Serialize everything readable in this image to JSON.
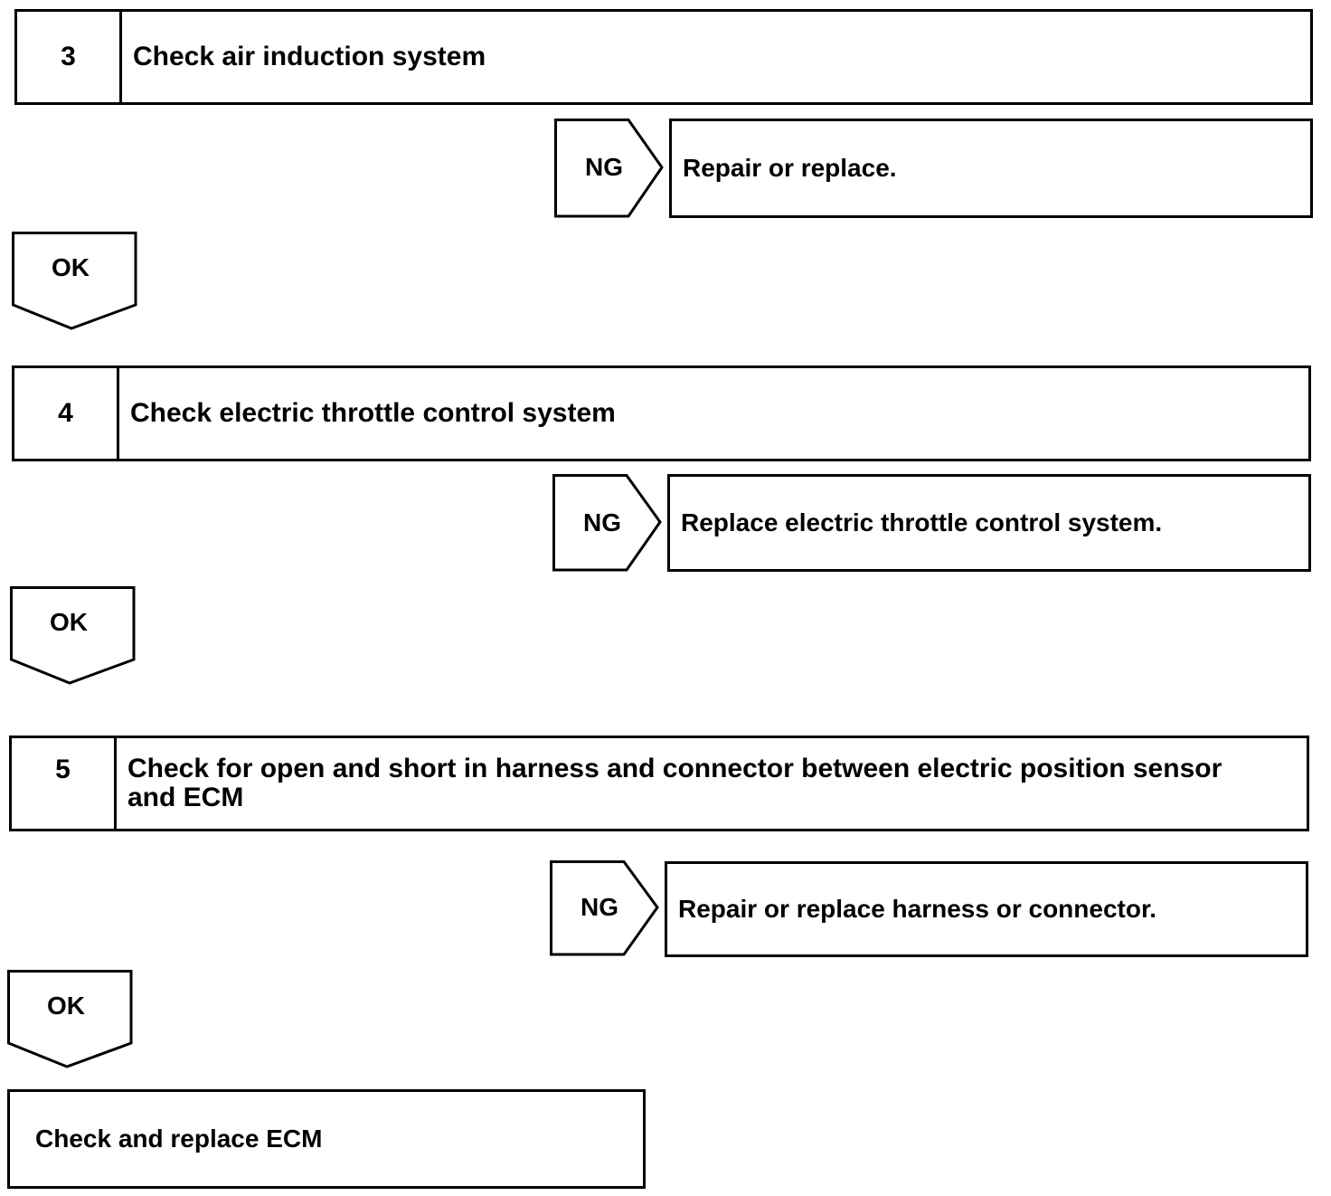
{
  "steps": [
    {
      "number": "3",
      "title": "Check air induction system",
      "ng_label": "NG",
      "ng_action": "Repair or replace.",
      "ok_label": "OK"
    },
    {
      "number": "4",
      "title": "Check electric throttle control system",
      "ng_label": "NG",
      "ng_action": "Replace electric throttle control system.",
      "ok_label": "OK"
    },
    {
      "number": "5",
      "title": "Check for open and short in harness and connector between electric position sensor and ECM",
      "ng_label": "NG",
      "ng_action": "Repair or replace harness or connector.",
      "ok_label": "OK"
    }
  ],
  "final": {
    "action": "Check and replace ECM"
  }
}
